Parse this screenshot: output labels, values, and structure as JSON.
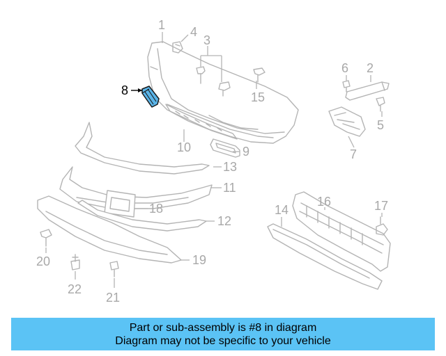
{
  "callouts": {
    "c1": "1",
    "c2": "2",
    "c3": "3",
    "c4": "4",
    "c5": "5",
    "c6": "6",
    "c7": "7",
    "c8": "8",
    "c9": "9",
    "c10": "10",
    "c11": "11",
    "c12": "12",
    "c13": "13",
    "c14": "14",
    "c15": "15",
    "c16": "16",
    "c17": "17",
    "c18": "18",
    "c19": "19",
    "c20": "20",
    "c21": "21",
    "c22": "22"
  },
  "highlighted_part": "8",
  "highlight_color": "#5ab4e8",
  "banner": {
    "line1": "Part or sub-assembly is #8 in diagram",
    "line2": "Diagram may not be specific to your vehicle",
    "background": "#5bc3f5"
  }
}
